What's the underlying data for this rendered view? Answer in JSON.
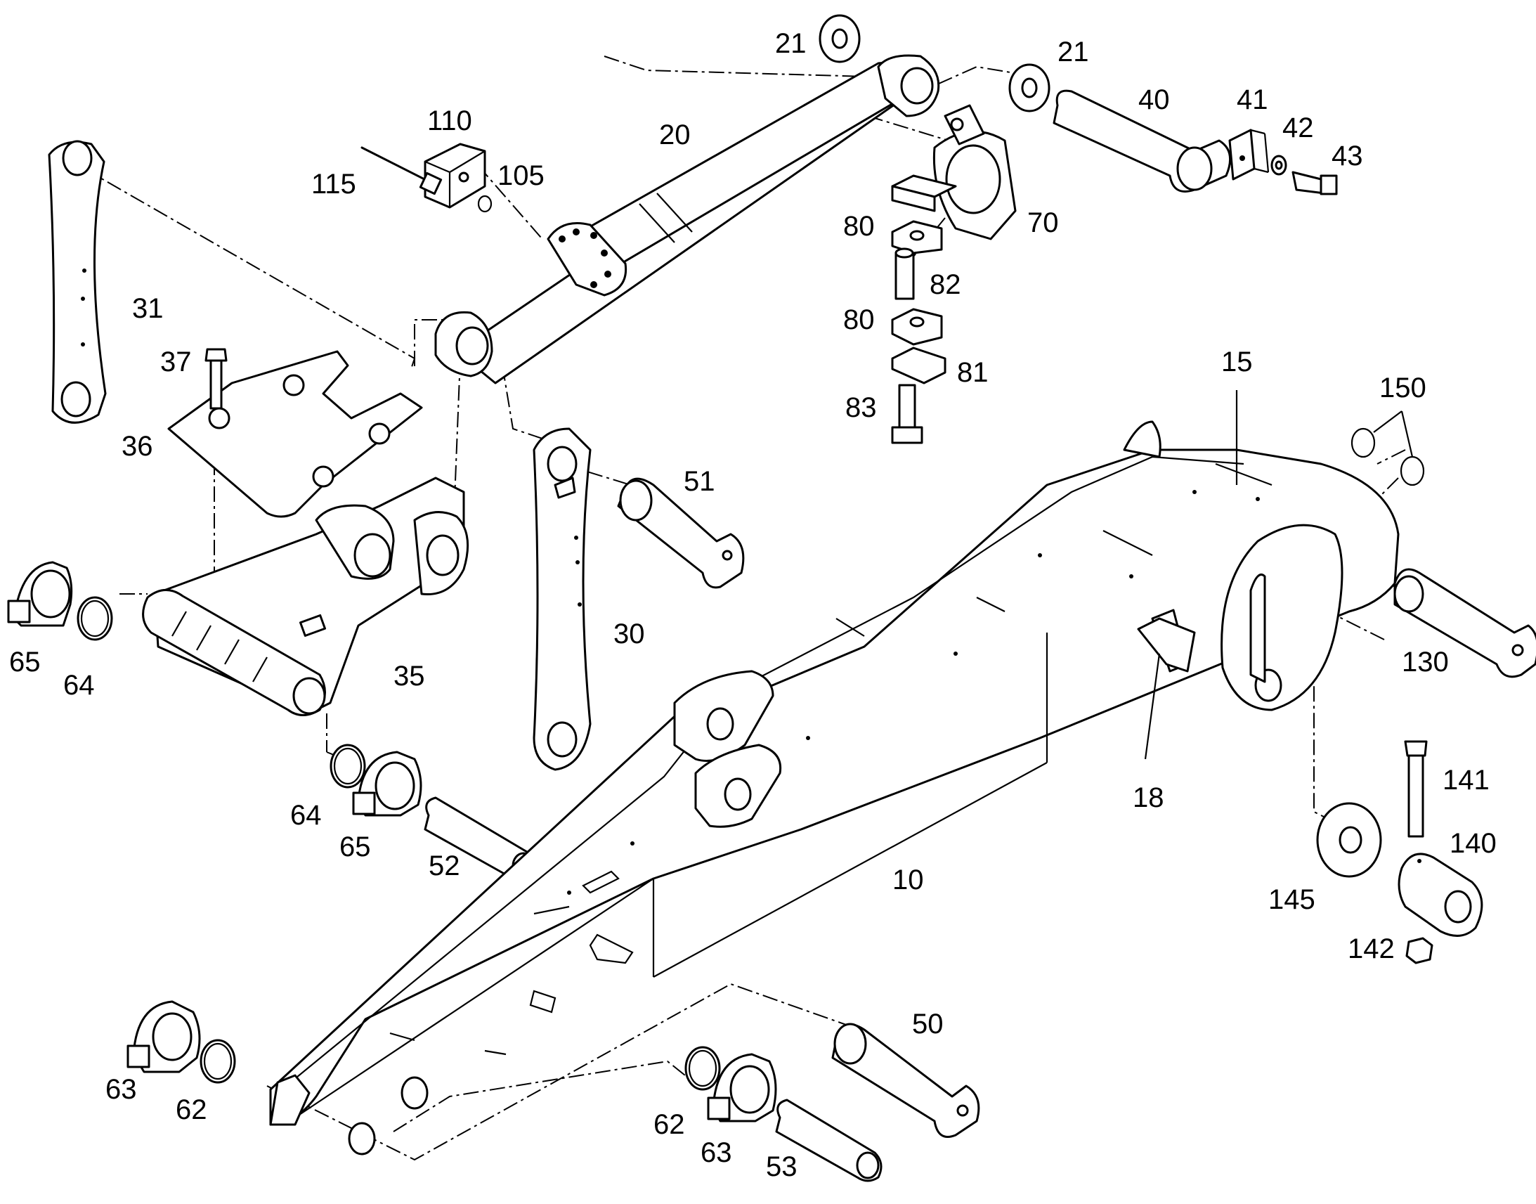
{
  "colors": {
    "line": "#000000",
    "background": "#ffffff"
  },
  "parts": [
    {
      "id": "p10",
      "label": "10"
    },
    {
      "id": "p15",
      "label": "15"
    },
    {
      "id": "p18",
      "label": "18"
    },
    {
      "id": "p20",
      "label": "20"
    },
    {
      "id": "p21a",
      "label": "21"
    },
    {
      "id": "p21b",
      "label": "21"
    },
    {
      "id": "p30",
      "label": "30"
    },
    {
      "id": "p31",
      "label": "31"
    },
    {
      "id": "p35",
      "label": "35"
    },
    {
      "id": "p36",
      "label": "36"
    },
    {
      "id": "p37",
      "label": "37"
    },
    {
      "id": "p40",
      "label": "40"
    },
    {
      "id": "p41",
      "label": "41"
    },
    {
      "id": "p42",
      "label": "42"
    },
    {
      "id": "p43",
      "label": "43"
    },
    {
      "id": "p50",
      "label": "50"
    },
    {
      "id": "p51",
      "label": "51"
    },
    {
      "id": "p52",
      "label": "52"
    },
    {
      "id": "p53",
      "label": "53"
    },
    {
      "id": "p62a",
      "label": "62"
    },
    {
      "id": "p62b",
      "label": "62"
    },
    {
      "id": "p63a",
      "label": "63"
    },
    {
      "id": "p63b",
      "label": "63"
    },
    {
      "id": "p64a",
      "label": "64"
    },
    {
      "id": "p64b",
      "label": "64"
    },
    {
      "id": "p65a",
      "label": "65"
    },
    {
      "id": "p65b",
      "label": "65"
    },
    {
      "id": "p70",
      "label": "70"
    },
    {
      "id": "p80a",
      "label": "80"
    },
    {
      "id": "p80b",
      "label": "80"
    },
    {
      "id": "p81",
      "label": "81"
    },
    {
      "id": "p82",
      "label": "82"
    },
    {
      "id": "p83",
      "label": "83"
    },
    {
      "id": "p105",
      "label": "105"
    },
    {
      "id": "p110",
      "label": "110"
    },
    {
      "id": "p115",
      "label": "115"
    },
    {
      "id": "p130",
      "label": "130"
    },
    {
      "id": "p140",
      "label": "140"
    },
    {
      "id": "p141",
      "label": "141"
    },
    {
      "id": "p142",
      "label": "142"
    },
    {
      "id": "p145",
      "label": "145"
    },
    {
      "id": "p150",
      "label": "150"
    }
  ]
}
